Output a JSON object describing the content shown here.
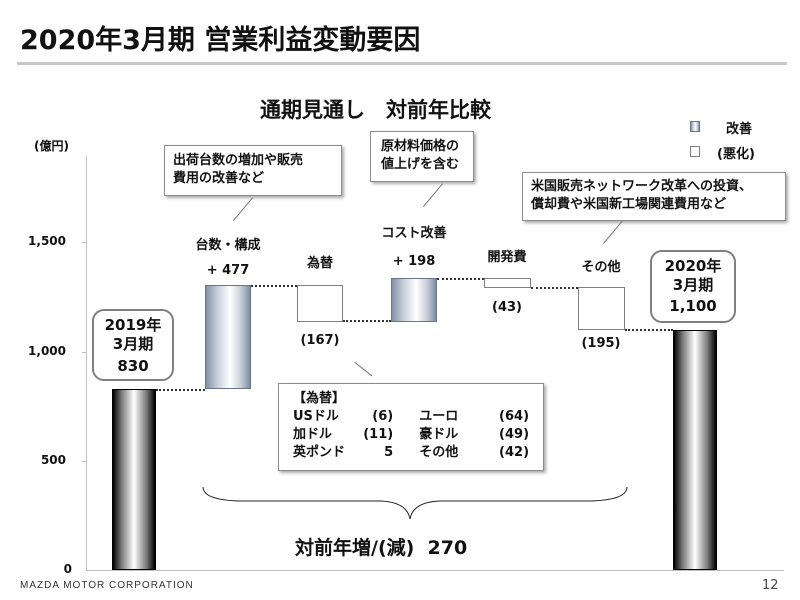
{
  "slide": {
    "title": "2020年3月期 営業利益変動要因",
    "subtitle": "通期見通し　対前年比較",
    "unit_label": "(億円)",
    "footer_company": "MAZDA MOTOR CORPORATION",
    "page_number": "12"
  },
  "legend": {
    "improvement": "改善",
    "deterioration": "(悪化)"
  },
  "y_axis": {
    "ticks": [
      "0",
      "500",
      "1,000",
      "1,500"
    ]
  },
  "bars": [
    {
      "category": "2019年3月期",
      "label_line1": "2019年",
      "label_line2": "3月期",
      "value_label": "830"
    },
    {
      "category": "台数・構成",
      "value_label": "+ 477"
    },
    {
      "category": "為替",
      "value_label": "(167)"
    },
    {
      "category": "コスト改善",
      "value_label": "+ 198"
    },
    {
      "category": "開発費",
      "value_label": "(43)"
    },
    {
      "category": "その他",
      "value_label": "(195)"
    },
    {
      "category": "2020年3月期",
      "label_line1": "2020年",
      "label_line2": "3月期",
      "value_label": "1,100"
    }
  ],
  "callouts": {
    "volume": "出荷台数の増加や販売費用の改善など",
    "volume_line1": "出荷台数の増加や販売",
    "volume_line2": "費用の改善など",
    "cost_line1": "原材料価格の",
    "cost_line2": "値上げを含む",
    "other_line1": "米国販売ネットワーク改革への投資、",
    "other_line2": "償却費や米国新工場関連費用など"
  },
  "fx_breakdown": {
    "header": "【為替】",
    "rows": [
      {
        "name1": "USドル",
        "val1": "(6)",
        "name2": "ユーロ",
        "val2": "(64)"
      },
      {
        "name1": "加ドル",
        "val1": "(11)",
        "name2": "豪ドル",
        "val2": "(49)"
      },
      {
        "name1": "英ポンド",
        "val1": "5",
        "name2": "その他",
        "val2": "(42)"
      }
    ]
  },
  "summary": "対前年増/(減)  270",
  "colors": {
    "improvement_bar": "#8291a6",
    "deterioration_bar": "#ffffff",
    "total_bar": "#000000",
    "axis": "#bfbfbf"
  },
  "chart_data": {
    "type": "bar",
    "subtype": "waterfall",
    "title": "2020年3月期 営業利益変動要因 — 通期見通し 対前年比較",
    "ylabel": "(億円)",
    "xlabel": "",
    "ylim": [
      0,
      1700
    ],
    "yticks": [
      0,
      500,
      1000,
      1500
    ],
    "grid": false,
    "legend": [
      "改善",
      "(悪化)"
    ],
    "legend_position": "top-right",
    "categories": [
      "2019年3月期",
      "台数・構成",
      "為替",
      "コスト改善",
      "開発費",
      "その他",
      "2020年3月期"
    ],
    "values": [
      830,
      477,
      -167,
      198,
      -43,
      -195,
      1100
    ],
    "bar_kind": [
      "total",
      "increase",
      "decrease",
      "increase",
      "decrease",
      "decrease",
      "total"
    ],
    "cumulative": [
      830,
      1307,
      1140,
      1338,
      1295,
      1100,
      1100
    ],
    "annotations": [
      "出荷台数の増加や販売費用の改善など",
      "原材料価格の値上げを含む",
      "米国販売ネットワーク改革への投資、償却費や米国新工場関連費用など",
      "【為替】 USドル (6) ユーロ (64) 加ドル (11) 豪ドル (49) 英ポンド 5 その他 (42)",
      "対前年増/(減) 270"
    ]
  }
}
